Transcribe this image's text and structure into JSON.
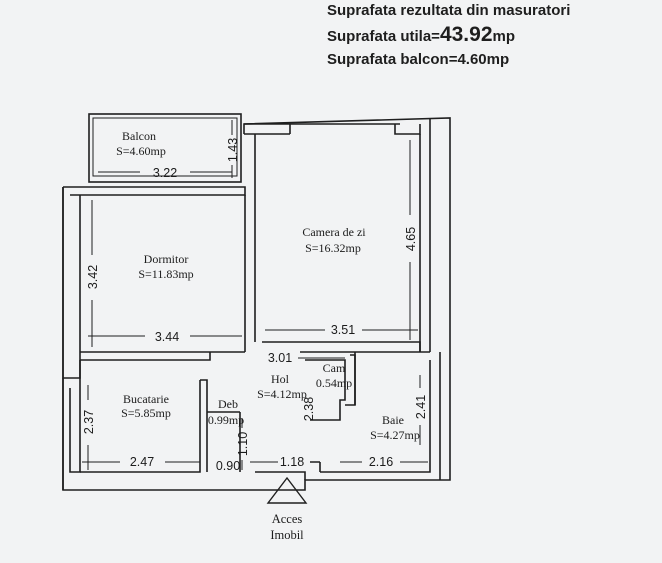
{
  "header": {
    "line1": "Suprafata rezultata din masuratori",
    "line2_label": "Suprafata utila=",
    "line2_value": "43.92",
    "line2_unit": "mp",
    "line3": "Suprafata balcon=4.60mp"
  },
  "rooms": {
    "balcon": {
      "name": "Balcon",
      "area": "S=4.60mp"
    },
    "dormitor": {
      "name": "Dormitor",
      "area": "S=11.83mp"
    },
    "camera": {
      "name": "Camera de zi",
      "area": "S=16.32mp"
    },
    "hol": {
      "name": "Hol",
      "area": "S=4.12mp"
    },
    "cam": {
      "name": "Cam",
      "area": "0.54mp"
    },
    "bucatarie": {
      "name": "Bucatarie",
      "area": "S=5.85mp"
    },
    "deb": {
      "name": "Deb",
      "area": "0.99mp"
    },
    "baie": {
      "name": "Baie",
      "area": "S=4.27mp"
    }
  },
  "dimensions": {
    "balcon_width": "3.22",
    "balcon_depth": "1.43",
    "dormitor_height": "3.42",
    "dormitor_width": "3.44",
    "camera_height": "4.65",
    "camera_width": "3.51",
    "hol_width": "3.01",
    "bucatarie_height": "2.37",
    "bucatarie_width": "2.47",
    "deb_width": "0.90",
    "deb_height": "1.10",
    "hol_entry": "1.18",
    "hol_height": "2.38",
    "baie_width": "2.16",
    "baie_height": "2.41"
  },
  "access": {
    "line1": "Acces",
    "line2": "Imobil"
  }
}
